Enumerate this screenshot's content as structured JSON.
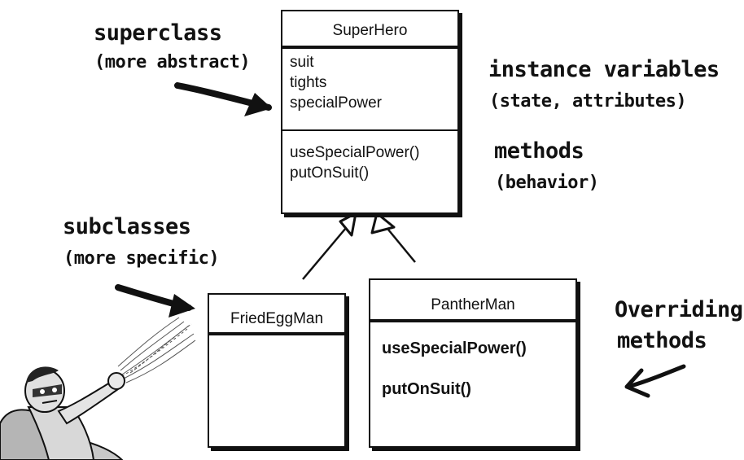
{
  "superclass": {
    "name": "SuperHero",
    "variables": [
      "suit",
      "tights",
      "specialPower"
    ],
    "methods": [
      "useSpecialPower()",
      "putOnSuit()"
    ]
  },
  "subclass_friedegg": {
    "name": "FriedEggMan"
  },
  "subclass_panther": {
    "name": "PantherMan",
    "methods": [
      "useSpecialPower()",
      "putOnSuit()"
    ]
  },
  "annotations": {
    "superclass_title": "superclass",
    "superclass_sub": "(more abstract)",
    "instance_title": "instance variables",
    "instance_sub": "(state, attributes)",
    "methods_title": "methods",
    "methods_sub": "(behavior)",
    "subclasses_title": "subclasses",
    "subclasses_sub": "(more specific)",
    "overriding_line1": "Overriding",
    "overriding_line2": "methods"
  },
  "illustration": "superhero-cartoon"
}
